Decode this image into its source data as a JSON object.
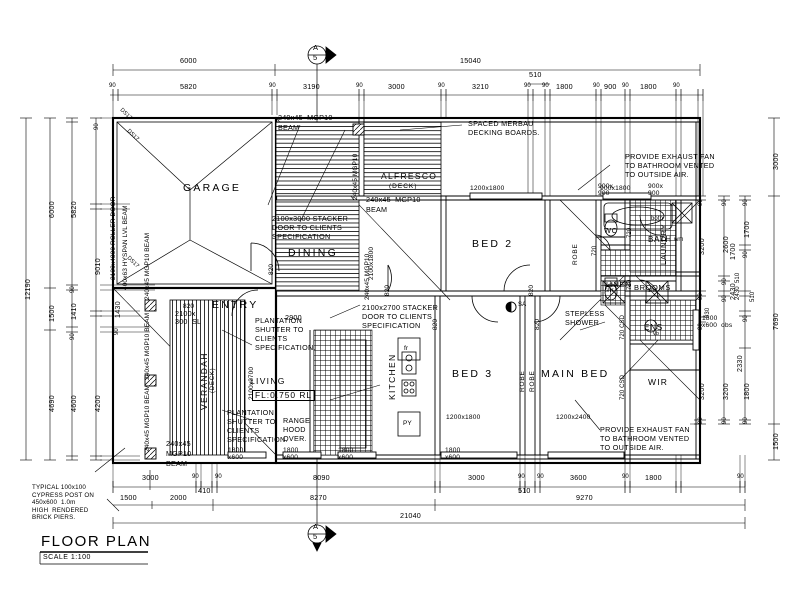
{
  "drawing": {
    "title": "FLOOR PLAN",
    "scale": "SCALE 1:100",
    "section_marker": {
      "letter": "A",
      "sheet": "5"
    }
  },
  "rooms": [
    {
      "name": "GARAGE"
    },
    {
      "name": "DINING"
    },
    {
      "name": "ENTRY"
    },
    {
      "name": "ALFRESCO"
    },
    {
      "name": "(DECK)"
    },
    {
      "name": "BED 2"
    },
    {
      "name": "BED 3"
    },
    {
      "name": "MAIN BED"
    },
    {
      "name": "LIVING"
    },
    {
      "name": "KITCHEN"
    },
    {
      "name": "VERANDAH"
    },
    {
      "name": "BATH"
    },
    {
      "name": "WC"
    },
    {
      "name": "LAUNDRY"
    },
    {
      "name": "LINEN"
    },
    {
      "name": "BROOMS"
    },
    {
      "name": "ENS"
    },
    {
      "name": "WIR"
    },
    {
      "name": "ROBE"
    }
  ],
  "labels": {
    "garage": "GARAGE",
    "dining": "DINING",
    "entry": "ENTRY",
    "alfresco": "ALFRESCO",
    "alfresco_sub": "(DECK)",
    "bed2": "BED 2",
    "bed3": "BED 3",
    "main_bed": "MAIN BED",
    "living": "LIVING",
    "living_level": "FL:0.750 RL",
    "kitchen": "KITCHEN",
    "verandah": "VERANDAH",
    "verandah_sub": "(DECK)",
    "bath": "BATH",
    "wc": "WC",
    "laundry": "LAUNDRY",
    "linen": "LINEN",
    "brooms": "BROOMS",
    "ens": "ENS",
    "wir": "WIR",
    "robe1": "ROBE",
    "robe2": "ROBE",
    "robe3": "ROBE",
    "bath_tub": "both",
    "wm": "wm",
    "shr1": "shr",
    "shr2": "shr",
    "fridge": "fr",
    "pantry": "PY",
    "vanity": "vb",
    "sa_marker": "SA"
  },
  "notes": [
    {
      "id": "merbau",
      "text": "SPACED MERBAU\nDECKING BOARDS."
    },
    {
      "id": "exhaust_top",
      "text": "PROVIDE EXHAUST FAN\nTO BATHROOM VENTED\nTO OUTSIDE AIR."
    },
    {
      "id": "exhaust_bottom",
      "text": "PROVIDE EXHAUST FAN\nTO BATHROOM VENTED\nTO OUTSIDE AIR."
    },
    {
      "id": "stacker_top",
      "text": "2100x3000 STACKER\nDOOR TO CLIENTS\nSPECIFICATION"
    },
    {
      "id": "stacker_mid",
      "text": "2100x2700 STACKER\nDOOR TO CLIENTS\nSPECIFICATION"
    },
    {
      "id": "shutter_upper",
      "text": "PLANTATION\nSHUTTER TO\nCLIENTS\nSPECIFICATION."
    },
    {
      "id": "shutter_lower",
      "text": "PLANTATION\nSHUTTER TO\nCLIENTS\nSPECIFICATION."
    },
    {
      "id": "range_hood",
      "text": "RANGE\nHOOD\nOVER."
    },
    {
      "id": "stepless",
      "text": "STEPLESS\nSHOWER"
    },
    {
      "id": "post",
      "text": "TYPICAL 100x100\nCYPRESS POST ON\n450x600  1.0m\nHIGH  RENDERED\nBRICK PIERS."
    }
  ],
  "structural": [
    {
      "id": "roller_door",
      "text": "2100x4800 ROLLER DOOR"
    },
    {
      "id": "lvl_beam",
      "text": "400x63 HYSPAN LVL BEAM"
    },
    {
      "id": "beam_top",
      "text": "240x45  MGP10"
    },
    {
      "id": "beam_top2",
      "text": "BEAM"
    },
    {
      "id": "beam_alf",
      "text": "240x45  MGP10"
    },
    {
      "id": "beam_alf2",
      "text": "BEAM"
    },
    {
      "id": "beam_v1",
      "text": "240x45 MGP10 BEAM"
    },
    {
      "id": "beam_v2",
      "text": "240x45 MGP10 BEAM"
    },
    {
      "id": "beam_v3",
      "text": "240x45 MGP10 BEAM"
    },
    {
      "id": "beam_bot",
      "text": "240x45"
    },
    {
      "id": "beam_bot2",
      "text": "MGP10"
    },
    {
      "id": "beam_bot3",
      "text": "BEAM"
    },
    {
      "id": "mgp_vert1",
      "text": "240x45 MGP10"
    },
    {
      "id": "mgp_vert2",
      "text": "240x45 MGP10"
    },
    {
      "id": "ds17a",
      "text": "DS17"
    },
    {
      "id": "ds17b",
      "text": "DS17"
    },
    {
      "id": "ds17c",
      "text": "DS17"
    }
  ],
  "openings": [
    {
      "id": "sl_2100x300",
      "text": "2100x\n300  SL"
    },
    {
      "id": "stacker_v",
      "text": "2100x2700"
    },
    {
      "id": "stacker_v2",
      "text": "2100x1800"
    },
    {
      "id": "win_1200x1800_top",
      "text": "1200x1800"
    },
    {
      "id": "win_900x1800",
      "text": "900x1800"
    },
    {
      "id": "win_900x900_a",
      "text": "900x\n900"
    },
    {
      "id": "win_900x900_b",
      "text": "900x\n900"
    },
    {
      "id": "win_1800x600_obs",
      "text": "1800\nx600  obs"
    },
    {
      "id": "win_1200x1800_bot",
      "text": "1200x1800"
    },
    {
      "id": "win_1200x2400",
      "text": "1200x2400"
    },
    {
      "id": "win_b1",
      "text": "1800\nx600"
    },
    {
      "id": "win_b2",
      "text": "1800\nx600"
    },
    {
      "id": "win_b3",
      "text": "1800\nx600"
    },
    {
      "id": "win_b4",
      "text": "1800\nx600"
    }
  ],
  "doors": [
    {
      "id": "d1",
      "text": "820"
    },
    {
      "id": "d2",
      "text": "820"
    },
    {
      "id": "d3",
      "text": "820"
    },
    {
      "id": "d4",
      "text": "820"
    },
    {
      "id": "d5",
      "text": "820"
    },
    {
      "id": "d6",
      "text": "820"
    },
    {
      "id": "d7",
      "text": "820"
    },
    {
      "id": "d8",
      "text": "820"
    },
    {
      "id": "d9",
      "text": "720"
    },
    {
      "id": "d10",
      "text": "720"
    },
    {
      "id": "d11",
      "text": "720"
    },
    {
      "id": "d12",
      "text": "720"
    },
    {
      "id": "d13",
      "text": "720 CSD"
    },
    {
      "id": "d14",
      "text": "720 CSD"
    },
    {
      "id": "entry_dim",
      "text": "2900"
    }
  ],
  "dimensions": {
    "top_outer": [
      "6000",
      "15040"
    ],
    "top_chain": [
      "90",
      "5820",
      "90",
      "3190",
      "90",
      "3000",
      "90",
      "3210",
      "90",
      "510",
      "90",
      "1800",
      "90",
      "900",
      "90",
      "1800",
      "90"
    ],
    "top_510_pair": [
      "90",
      "90"
    ],
    "left_outer": "12190",
    "left_chain_a": [
      "6000",
      "1500",
      "4690"
    ],
    "left_chain_b": [
      "5820",
      "90",
      "1410",
      "90",
      "4600"
    ],
    "left_chain_c": [
      "90",
      "9010",
      "1430",
      "90",
      "4200"
    ],
    "right_outer": [
      "3000",
      "7690",
      "1500"
    ],
    "right_chain_a": [
      "90",
      "3200",
      "90",
      "930",
      "90",
      "3200",
      "90"
    ],
    "right_chain_b": [
      "90",
      "2600",
      "90",
      "510",
      "2430",
      "90",
      "3200",
      "90"
    ],
    "right_chain_c": [
      "90",
      "1700",
      "90",
      "510",
      "90",
      "1600",
      "x600 obs"
    ],
    "right_chain_d": [
      "90",
      "2600",
      "90",
      "510",
      "2330",
      "90",
      "1800",
      "90"
    ],
    "right_misc": [
      "1700",
      "2430",
      "1600"
    ],
    "bottom_chain": [
      "3000",
      "90",
      "410",
      "90",
      "8090",
      "3000",
      "90",
      "510",
      "90",
      "3600",
      "90",
      "1800",
      "90"
    ],
    "bottom_sub": [
      "1500",
      "2000",
      "8270",
      "9270"
    ],
    "bottom_total": "21040"
  },
  "colors": {
    "line": "#000000",
    "paper": "#ffffff",
    "hatch": "#000000"
  }
}
